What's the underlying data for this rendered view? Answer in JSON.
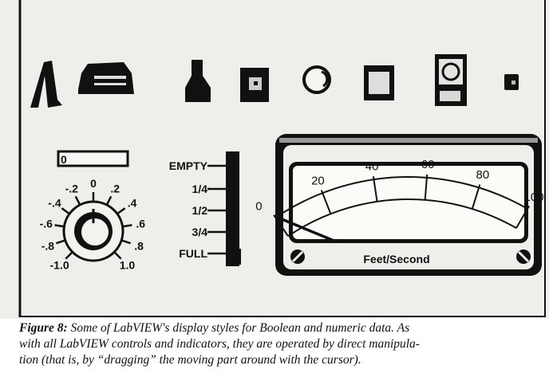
{
  "figure": {
    "digital_display": {
      "value": "0"
    },
    "knob": {
      "labels": [
        "-1.0",
        "-.8",
        "-.6",
        "-.4",
        "-.2",
        "0",
        ".2",
        ".4",
        ".6",
        ".8",
        "1.0"
      ],
      "value": 0
    },
    "tank": {
      "labels": [
        "EMPTY",
        "1/4",
        "1/2",
        "3/4",
        "FULL"
      ],
      "level": 0
    },
    "meter": {
      "labels": [
        "0",
        "20",
        "40",
        "60",
        "80",
        "100"
      ],
      "unit": "Feet/Second",
      "value": 0
    }
  },
  "caption": {
    "label": "Figure 8:",
    "lines": [
      "Some of LabVIEW's display styles for Boolean and numeric data. As",
      "with all LabVIEW controls and indicators, they are operated by direct manipula-",
      "tion (that is, by “dragging” the moving part around with the cursor)."
    ]
  }
}
